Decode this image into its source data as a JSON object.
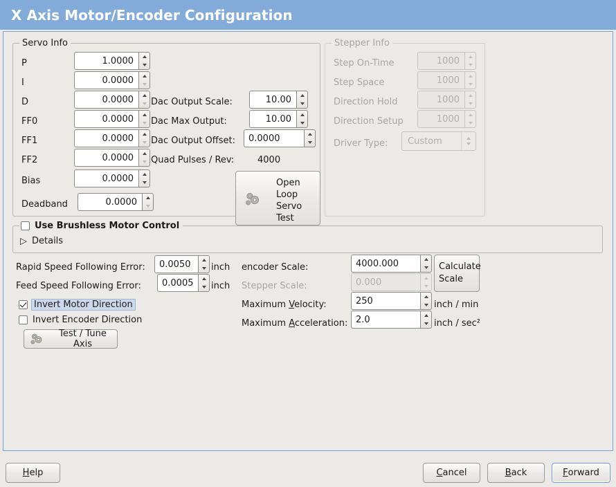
{
  "window": {
    "title": "X Axis Motor/Encoder Configuration"
  },
  "servo_info": {
    "legend": "Servo Info",
    "fields": [
      {
        "label": "P",
        "value": "1.0000"
      },
      {
        "label": "I",
        "value": "0.0000"
      },
      {
        "label": "D",
        "value": "0.0000"
      },
      {
        "label": "FF0",
        "value": "0.0000"
      },
      {
        "label": "FF1",
        "value": "0.0000"
      },
      {
        "label": "FF2",
        "value": "0.0000"
      },
      {
        "label": "Bias",
        "value": "0.0000"
      },
      {
        "label": "Deadband",
        "value": "0.0000"
      }
    ],
    "dac": [
      {
        "label": "Dac Output Scale:",
        "value": "10.00"
      },
      {
        "label": "Dac Max Output:",
        "value": "10.00"
      },
      {
        "label": "Dac Output Offset:",
        "value": "0.0000"
      }
    ],
    "quad_pulses_label": "Quad Pulses / Rev:",
    "quad_pulses_value": "4000",
    "open_loop_button": {
      "line1": "Open",
      "line2": "Loop",
      "line3": "Servo",
      "line4": "Test",
      "icon": "gears-icon"
    }
  },
  "stepper_info": {
    "legend": "Stepper Info",
    "enabled": false,
    "fields": [
      {
        "label": "Step On-Time",
        "value": "1000"
      },
      {
        "label": "Step Space",
        "value": "1000"
      },
      {
        "label": "Direction Hold",
        "value": "1000"
      },
      {
        "label": "Direction Setup",
        "value": "1000"
      }
    ],
    "driver_type_label": "Driver Type:",
    "driver_type_value": "Custom"
  },
  "brushless": {
    "checkbox_label": "Use Brushless Motor Control",
    "checked": false,
    "details_label": "Details",
    "details_expanded": false
  },
  "tuning": {
    "rapid_following_error": {
      "label": "Rapid Speed Following Error:",
      "value": "0.0050",
      "unit": "inch"
    },
    "feed_following_error": {
      "label": "Feed Speed Following Error:",
      "value": "0.0005",
      "unit": "inch"
    },
    "invert_motor": {
      "label": "Invert Motor Direction",
      "checked": true,
      "focused": true
    },
    "invert_encoder": {
      "label": "Invert Encoder Direction",
      "checked": false
    },
    "test_tune_button": {
      "label": "Test / Tune Axis",
      "icon": "gears-icon"
    }
  },
  "scale": {
    "encoder_scale": {
      "label": "encoder Scale:",
      "value": "4000.000"
    },
    "stepper_scale": {
      "label": "Stepper Scale:",
      "value": "0.000",
      "enabled": false
    },
    "max_velocity": {
      "label_pre": "Maximum ",
      "label_mnemonic": "V",
      "label_post": "elocity:",
      "value": "250",
      "unit": "inch / min"
    },
    "max_acceleration": {
      "label_pre": "Maximum ",
      "label_mnemonic": "A",
      "label_post": "cceleration:",
      "value": "2.0",
      "unit": "inch / sec²"
    },
    "calculate_button": {
      "line1": "Calculate",
      "line2": "Scale"
    }
  },
  "footer": {
    "help": {
      "mnemonic": "H",
      "rest": "elp"
    },
    "cancel": {
      "mnemonic": "C",
      "rest": "ancel"
    },
    "back": {
      "mnemonic": "B",
      "rest": "ack"
    },
    "forward": {
      "mnemonic": "F",
      "rest": "orward",
      "focused": true
    }
  },
  "colors": {
    "titlebar": "#83abda",
    "window_bg": "#eceae7",
    "panel_border": "#7a9fd0",
    "focus_highlight": "#ccd9ec",
    "disabled_text": "#a9a6a1"
  }
}
